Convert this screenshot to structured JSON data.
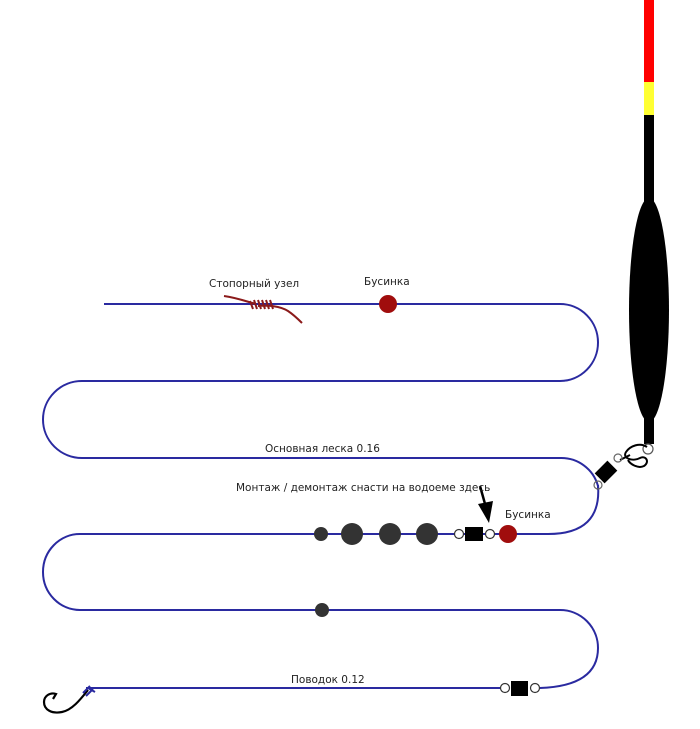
{
  "diagram": {
    "title": "Float fishing rig assembly",
    "colors": {
      "line": "#2a2aa0",
      "bead": "#a00d0d",
      "shot": "#333333",
      "connector": "#000000",
      "float_body": "#000000",
      "antenna_top": "#ff0000",
      "antenna_band": "#ffff33",
      "knot": "#8b1a1a",
      "hook": "#000000"
    },
    "labels": {
      "stopper_knot": "Стопорный узел",
      "bead_top": "Бусинка",
      "main_line": "Основная леска 0.16",
      "assembly_note": "Монтаж / демонтаж снасти на водоеме здесь",
      "bead_bottom": "Бусинка",
      "leader": "Поводок 0.12"
    },
    "components": [
      {
        "id": "stopper-knot",
        "label_key": "stopper_knot"
      },
      {
        "id": "bead-top",
        "label_key": "bead_top"
      },
      {
        "id": "main-line",
        "label_key": "main_line"
      },
      {
        "id": "float",
        "parts": [
          "antenna-red",
          "antenna-yellow",
          "stem",
          "body",
          "keel"
        ]
      },
      {
        "id": "float-swivel"
      },
      {
        "id": "shot-small-1"
      },
      {
        "id": "shot-large-1"
      },
      {
        "id": "shot-large-2"
      },
      {
        "id": "shot-large-3"
      },
      {
        "id": "connector-swivel"
      },
      {
        "id": "bead-bottom",
        "label_key": "bead_bottom"
      },
      {
        "id": "shot-small-2"
      },
      {
        "id": "leader-swivel"
      },
      {
        "id": "leader",
        "label_key": "leader"
      },
      {
        "id": "hook"
      }
    ]
  }
}
